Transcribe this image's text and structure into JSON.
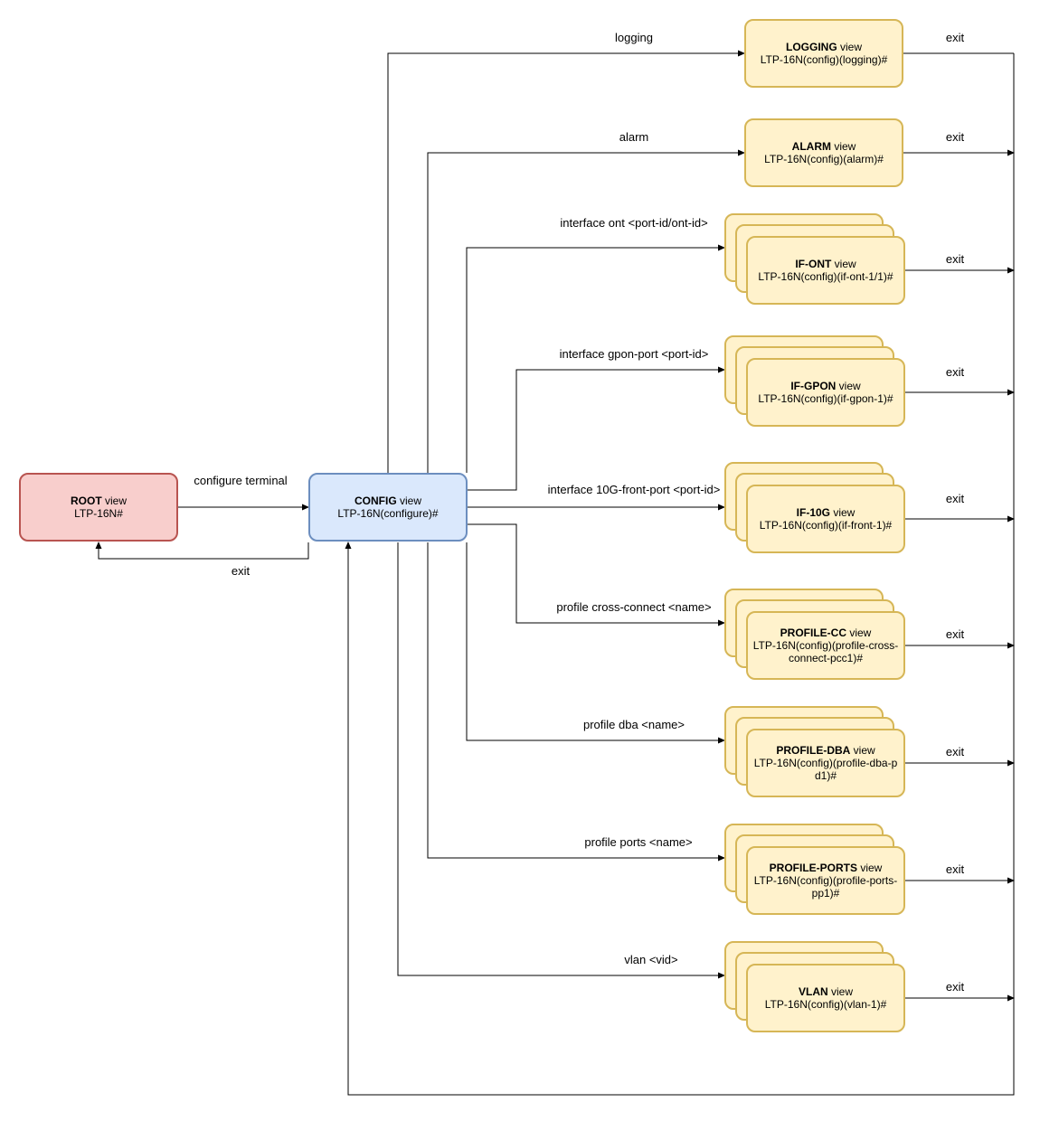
{
  "root": {
    "title": "ROOT",
    "suffix": " view",
    "prompt": "LTP-16N#"
  },
  "config": {
    "title": "CONFIG",
    "suffix": " view",
    "prompt": "LTP-16N(configure)#"
  },
  "edges": {
    "configure_terminal": "configure terminal",
    "exit_root": "exit"
  },
  "views": [
    {
      "title": "LOGGING",
      "suffix": " view",
      "prompt": "LTP-16N(config)(logging)#",
      "cmd": "logging",
      "exit": "exit"
    },
    {
      "title": "ALARM",
      "suffix": " view",
      "prompt": "LTP-16N(config)(alarm)#",
      "cmd": "alarm",
      "exit": "exit"
    },
    {
      "title": "IF-ONT",
      "suffix": " view",
      "prompt": "LTP-16N(config)(if-ont-1/1)#",
      "cmd": "interface ont <port-id/ont-id>",
      "exit": "exit"
    },
    {
      "title": "IF-GPON",
      "suffix": " view",
      "prompt": "LTP-16N(config)(if-gpon-1)#",
      "cmd": "interface gpon-port <port-id>",
      "exit": "exit"
    },
    {
      "title": "IF-10G",
      "suffix": " view",
      "prompt": "LTP-16N(config)(if-front-1)#",
      "cmd": "interface 10G-front-port <port-id>",
      "exit": "exit"
    },
    {
      "title": "PROFILE-CC",
      "suffix": " view",
      "prompt": "LTP-16N(config)(profile-cross-connect-pcc1)#",
      "cmd": "profile cross-connect <name>",
      "exit": "exit"
    },
    {
      "title": "PROFILE-DBA",
      "suffix": " view",
      "prompt": "LTP-16N(config)(profile-dba-pd1)#",
      "cmd": "profile dba <name>",
      "exit": "exit"
    },
    {
      "title": "PROFILE-PORTS",
      "suffix": " view",
      "prompt": "LTP-16N(config)(profile-ports-pp1)#",
      "cmd": "profile ports <name>",
      "exit": "exit"
    },
    {
      "title": "VLAN",
      "suffix": " view",
      "prompt": "LTP-16N(config)(vlan-1)#",
      "cmd": "vlan <vid>",
      "exit": "exit"
    }
  ]
}
